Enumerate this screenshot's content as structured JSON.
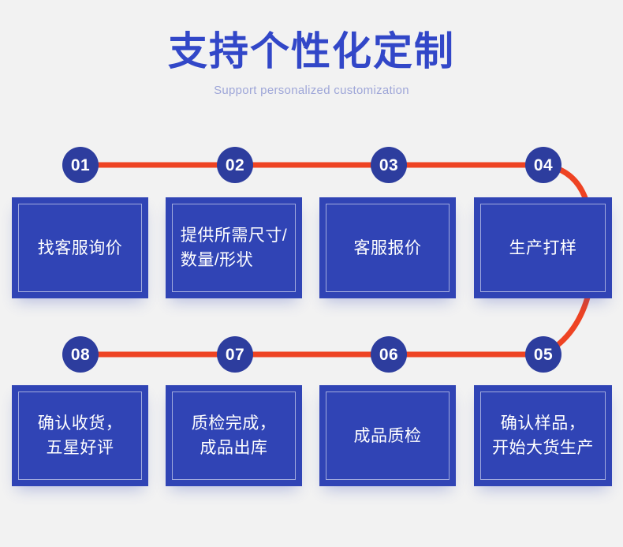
{
  "header": {
    "title": "支持个性化定制",
    "subtitle": "Support personalized customization"
  },
  "colors": {
    "background": "#f2f2f2",
    "title_blue": "#3247c8",
    "subtitle_blue": "#9ea6d8",
    "box_blue": "#3044b5",
    "circle_blue": "#2d3d9e",
    "connector_red": "#ee4323",
    "label_white": "#ffffff"
  },
  "flow": {
    "row_top": [
      {
        "number": "01",
        "label": "找客服询价"
      },
      {
        "number": "02",
        "label": "提供所需尺寸/\n数量/形状"
      },
      {
        "number": "03",
        "label": "客服报价"
      },
      {
        "number": "04",
        "label": "生产打样"
      }
    ],
    "row_bottom": [
      {
        "number": "08",
        "label": "确认收货，\n五星好评"
      },
      {
        "number": "07",
        "label": "质检完成，\n成品出库"
      },
      {
        "number": "06",
        "label": "成品质检"
      },
      {
        "number": "05",
        "label": "确认样品，\n开始大货生产"
      }
    ]
  }
}
